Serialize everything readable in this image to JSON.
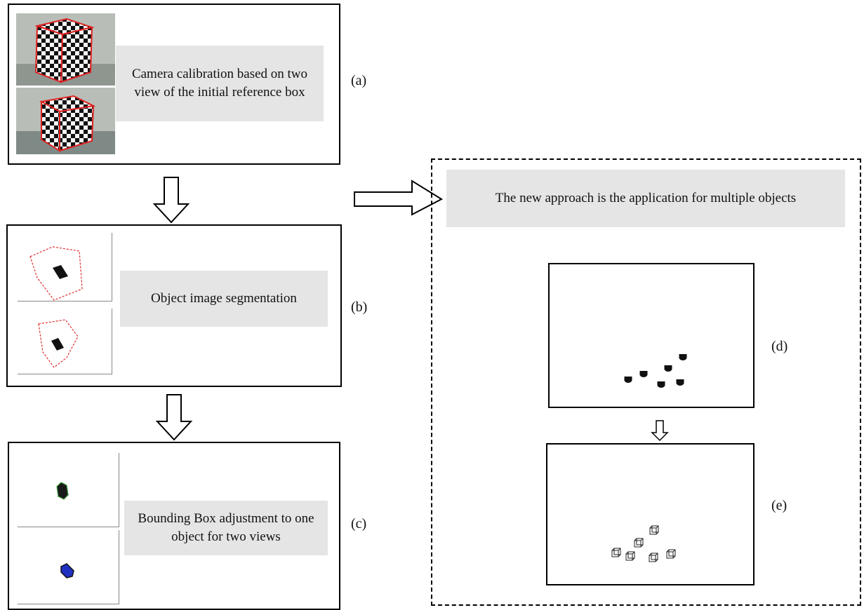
{
  "panel_a": {
    "text": "Camera calibration based on two view of the initial reference box",
    "label": "(a)"
  },
  "panel_b": {
    "text": "Object image segmentation",
    "label": "(b)"
  },
  "panel_c": {
    "text": "Bounding Box adjustment to one object for two views",
    "label": "(c)"
  },
  "panel_right": {
    "text": "The new approach is the application for multiple objects",
    "label_d": "(d)",
    "label_e": "(e)"
  },
  "colors": {
    "segmentation_outline": "#e03030",
    "bbox_green": "#2a9d2a",
    "bbox_blue": "#2030c0",
    "text_box_bg": "#e5e5e5"
  }
}
